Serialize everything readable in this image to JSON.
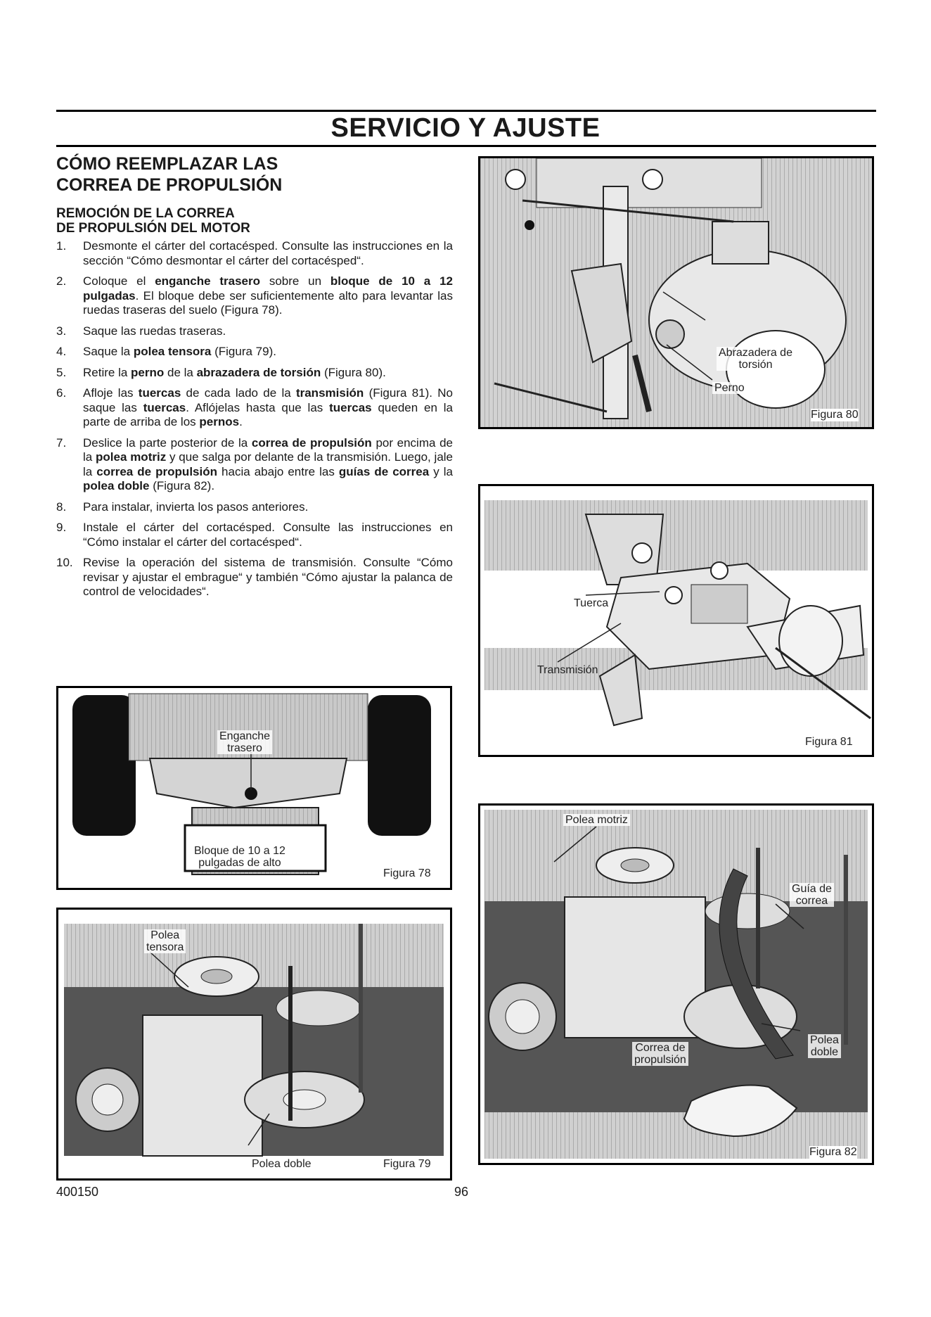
{
  "page": {
    "title": "SERVICIO Y AJUSTE",
    "footer_left": "400150",
    "footer_center": "96"
  },
  "section": {
    "heading_line1": "CÓMO REEMPLAZAR LAS",
    "heading_line2": "CORREA DE PROPULSIÓN",
    "subheading_line1": "REMOCIÓN DE LA CORREA",
    "subheading_line2": "DE PROPULSIÓN DEL MOTOR"
  },
  "steps": [
    {
      "num": "1.",
      "parts": [
        {
          "t": "Desmonte el cárter del cortacésped. Consulte las instrucciones en la sección “Cómo desmontar el cárter del cortacésped“."
        }
      ]
    },
    {
      "num": "2.",
      "parts": [
        {
          "t": "Coloque el "
        },
        {
          "t": "enganche trasero",
          "b": true
        },
        {
          "t": " sobre un "
        },
        {
          "t": "bloque de 10 a 12 pulgadas",
          "b": true
        },
        {
          "t": ". El bloque debe ser suficientemente alto para levantar las ruedas traseras del suelo (Figura 78)."
        }
      ]
    },
    {
      "num": "3.",
      "parts": [
        {
          "t": "Saque las ruedas traseras."
        }
      ]
    },
    {
      "num": "4.",
      "parts": [
        {
          "t": "Saque la "
        },
        {
          "t": "polea tensora",
          "b": true
        },
        {
          "t": " (Figura 79)."
        }
      ]
    },
    {
      "num": "5.",
      "parts": [
        {
          "t": "Retire la "
        },
        {
          "t": "perno",
          "b": true
        },
        {
          "t": " de la "
        },
        {
          "t": "abrazadera de torsión",
          "b": true
        },
        {
          "t": " (Figura 80)."
        }
      ]
    },
    {
      "num": "6.",
      "parts": [
        {
          "t": "Afloje las "
        },
        {
          "t": "tuercas",
          "b": true
        },
        {
          "t": " de cada lado de la "
        },
        {
          "t": "transmisión",
          "b": true
        },
        {
          "t": " (Figura 81). No saque las "
        },
        {
          "t": "tuercas",
          "b": true
        },
        {
          "t": ". Aflójelas hasta que las "
        },
        {
          "t": "tuercas",
          "b": true
        },
        {
          "t": " queden en la parte de arriba de los "
        },
        {
          "t": "pernos",
          "b": true
        },
        {
          "t": "."
        }
      ]
    },
    {
      "num": "7.",
      "parts": [
        {
          "t": "Deslice la parte posterior de la "
        },
        {
          "t": "correa de propulsión",
          "b": true
        },
        {
          "t": " por encima de la "
        },
        {
          "t": "polea motriz",
          "b": true
        },
        {
          "t": " y que salga por delante de la transmisión. Luego, jale la "
        },
        {
          "t": "correa de propulsión",
          "b": true
        },
        {
          "t": " hacia abajo entre las "
        },
        {
          "t": "guías de correa",
          "b": true
        },
        {
          "t": " y la "
        },
        {
          "t": "polea doble",
          "b": true
        },
        {
          "t": " (Figura 82)."
        }
      ]
    },
    {
      "num": "8.",
      "parts": [
        {
          "t": "Para instalar, invierta los pasos anteriores."
        }
      ]
    },
    {
      "num": "9.",
      "parts": [
        {
          "t": "Instale el cárter del cortacésped. Consulte las instrucciones en “Cómo instalar el cárter del cortacésped“."
        }
      ]
    },
    {
      "num": "10.",
      "parts": [
        {
          "t": "Revise la operación del sistema de transmisión. Consulte “Cómo revisar y ajustar el embrague“ y también “Cómo ajustar la palanca de control de velocidades“."
        }
      ]
    }
  ],
  "figures": {
    "fig78": {
      "caption": "Figura 78",
      "label_hitch_1": "Enganche",
      "label_hitch_2": "trasero",
      "label_block_1": "Bloque de 10 a 12",
      "label_block_2": "pulgadas de alto"
    },
    "fig79": {
      "caption": "Figura 79",
      "label_idler_1": "Polea",
      "label_idler_2": "tensora",
      "label_double": "Polea doble"
    },
    "fig80": {
      "caption": "Figura 80",
      "label_bracket_1": "Abrazadera de",
      "label_bracket_2": "torsión",
      "label_bolt": "Perno"
    },
    "fig81": {
      "caption": "Figura 81",
      "label_nut": "Tuerca",
      "label_trans": "Transmisión"
    },
    "fig82": {
      "caption": "Figura 82",
      "label_drive": "Polea motriz",
      "label_guide_1": "Guía de",
      "label_guide_2": "correa",
      "label_belt_1": "Correa de",
      "label_belt_2": "propulsión",
      "label_double_1": "Polea",
      "label_double_2": "doble"
    }
  }
}
